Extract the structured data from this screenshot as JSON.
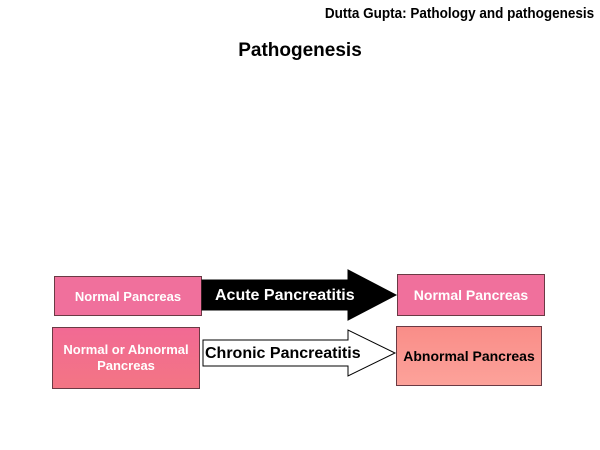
{
  "header": {
    "caption": "Dutta Gupta: Pathology and pathogenesis",
    "title": "Pathogenesis"
  },
  "diagram": {
    "rows": [
      {
        "source": "Normal Pancreas",
        "process": "Acute Pancreatitis",
        "result": "Normal Pancreas",
        "arrow_style": "solid black"
      },
      {
        "source": "Normal or Abnormal Pancreas",
        "process": "Chronic Pancreatitis",
        "result": "Abnormal Pancreas",
        "arrow_style": "white outlined"
      }
    ]
  },
  "colors": {
    "pink": "#f0709c",
    "salmon": "#fca29a",
    "arrow_solid": "#000000",
    "arrow_outline": "#000000"
  }
}
